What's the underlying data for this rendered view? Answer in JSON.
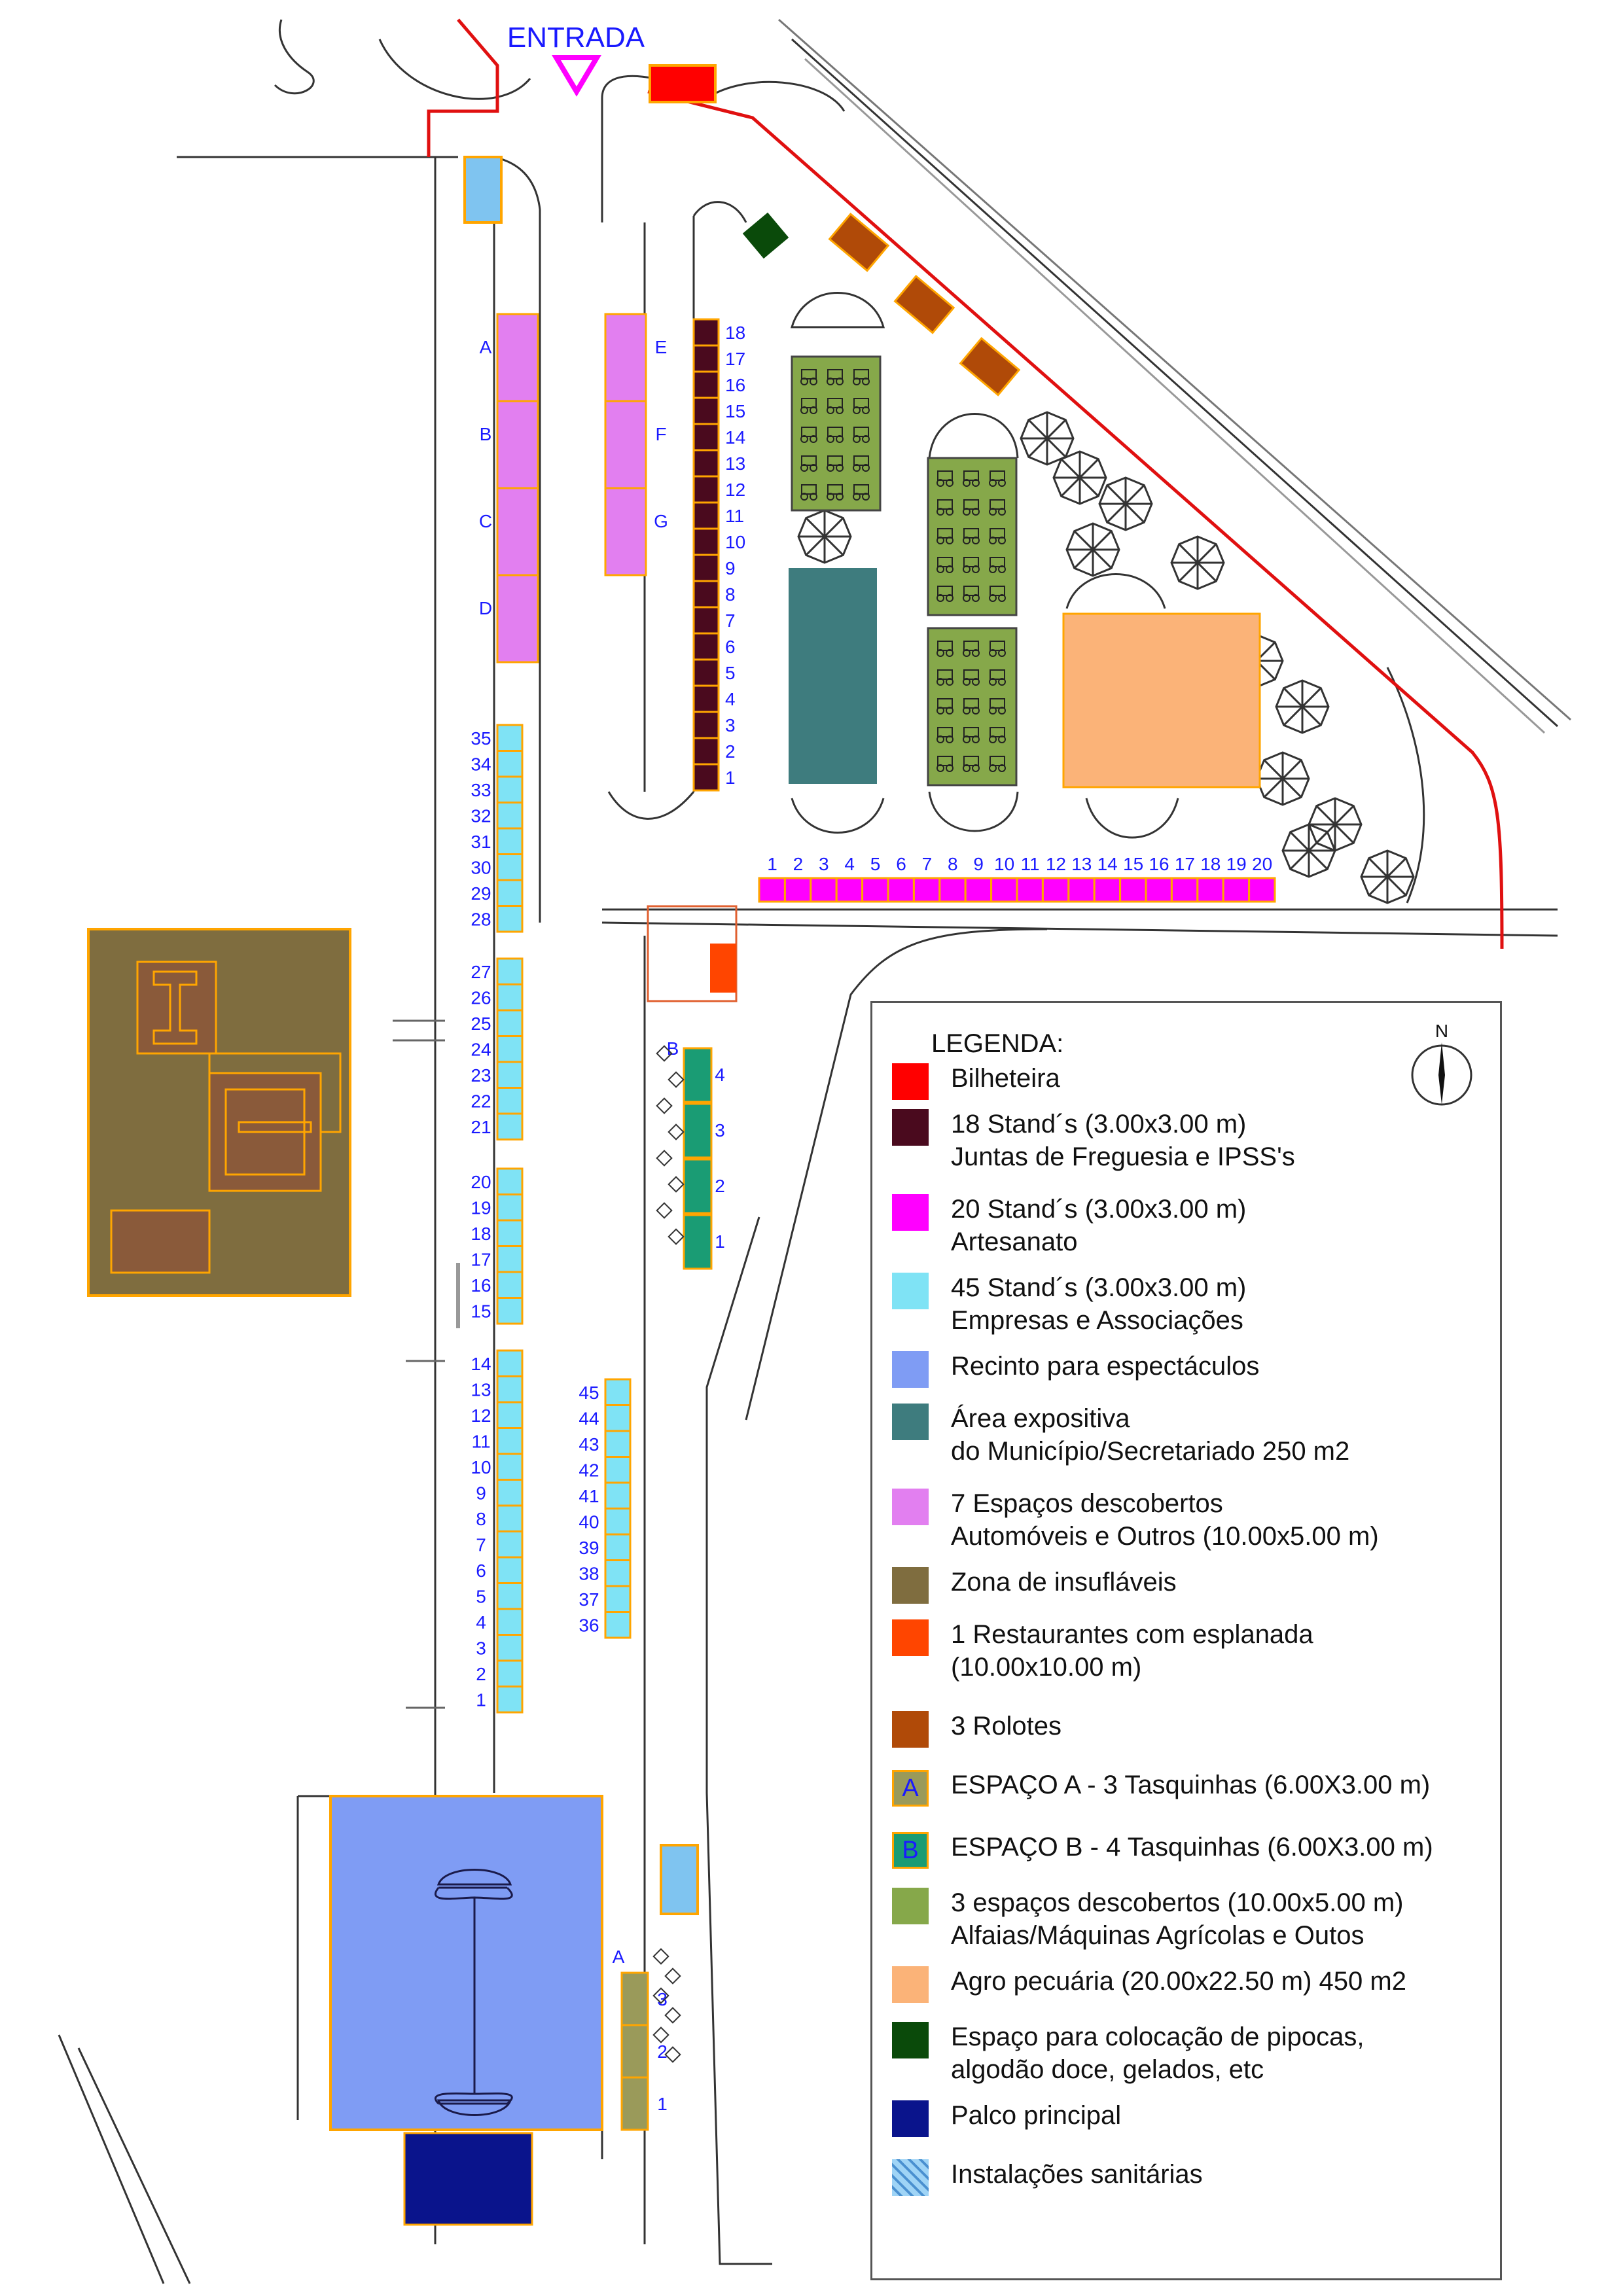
{
  "entrance_label": "ENTRADA",
  "colors": {
    "ticket": "#ff0000",
    "juntas": "#4a0a1e",
    "artesanato": "#ff00ff",
    "empresas": "#7fe3f5",
    "recinto": "#7f9cf4",
    "area_expositiva": "#3e7c7e",
    "espacos_descobertos": "#e27ff0",
    "insuflaveis": "#7f6d3f",
    "restaurante": "#ff4500",
    "rolotes": "#b04a08",
    "espaco_a": "#9a9a5a",
    "espaco_b": "#1a9c74",
    "alfaias": "#86a84a",
    "agro": "#fbb378",
    "pipocas": "#0a4a0a",
    "palco": "#0a148c",
    "sanitarias": "#7fc4f0"
  },
  "map": {
    "juntas_numbers": [
      "18",
      "17",
      "16",
      "15",
      "14",
      "13",
      "12",
      "11",
      "10",
      "9",
      "8",
      "7",
      "6",
      "5",
      "4",
      "3",
      "2",
      "1"
    ],
    "artesanato_numbers": [
      "1",
      "2",
      "3",
      "4",
      "5",
      "6",
      "7",
      "8",
      "9",
      "10",
      "11",
      "12",
      "13",
      "14",
      "15",
      "16",
      "17",
      "18",
      "19",
      "20"
    ],
    "empresas_col_top": [
      "35",
      "34",
      "33",
      "32",
      "31",
      "30",
      "29",
      "28"
    ],
    "empresas_col_mid": [
      "27",
      "26",
      "25",
      "24",
      "23",
      "22",
      "21"
    ],
    "empresas_col_low": [
      "20",
      "19",
      "18",
      "17",
      "16",
      "15"
    ],
    "empresas_col_bottom": [
      "14",
      "13",
      "12",
      "11",
      "10",
      "9",
      "8",
      "7",
      "6",
      "5",
      "4",
      "3",
      "2",
      "1"
    ],
    "empresas_col_right": [
      "45",
      "44",
      "43",
      "42",
      "41",
      "40",
      "39",
      "38",
      "37",
      "36"
    ],
    "espacos_left": [
      "A",
      "B",
      "C",
      "D"
    ],
    "espacos_right": [
      "E",
      "F",
      "G"
    ],
    "espaco_b_label": "B",
    "espaco_b_numbers": [
      "4",
      "3",
      "2",
      "1"
    ],
    "espaco_a_label": "A",
    "espaco_a_numbers": [
      "3",
      "2",
      "1"
    ]
  },
  "legend": {
    "title": "LEGENDA:",
    "north_label": "N",
    "items": [
      {
        "key": "ticket",
        "text": "Bilheteira",
        "symbol": ""
      },
      {
        "key": "juntas",
        "text": "18 Stand´s (3.00x3.00 m)\nJuntas de Freguesia e IPSS's",
        "symbol": ""
      },
      {
        "key": "artesanato",
        "text": "20 Stand´s (3.00x3.00 m)\nArtesanato",
        "symbol": ""
      },
      {
        "key": "empresas",
        "text": "45 Stand´s (3.00x3.00 m)\nEmpresas e Associações",
        "symbol": ""
      },
      {
        "key": "recinto",
        "text": "Recinto para espectáculos",
        "symbol": ""
      },
      {
        "key": "area_expositiva",
        "text": "Área expositiva\ndo Município/Secretariado 250 m2",
        "symbol": ""
      },
      {
        "key": "espacos_descobertos",
        "text": "7 Espaços descobertos\nAutomóveis e Outros (10.00x5.00 m)",
        "symbol": ""
      },
      {
        "key": "insuflaveis",
        "text": "Zona de insufláveis",
        "symbol": ""
      },
      {
        "key": "restaurante",
        "text": "1 Restaurantes com esplanada\n(10.00x10.00 m)",
        "symbol": ""
      },
      {
        "key": "rolotes",
        "text": "3 Rolotes",
        "symbol": ""
      },
      {
        "key": "espaco_a",
        "text": "ESPAÇO A - 3 Tasquinhas (6.00X3.00 m)",
        "symbol": "A"
      },
      {
        "key": "espaco_b",
        "text": "ESPAÇO B - 4 Tasquinhas (6.00X3.00 m)",
        "symbol": "B"
      },
      {
        "key": "alfaias",
        "text": "3 espaços descobertos (10.00x5.00 m)\nAlfaias/Máquinas Agrícolas e Outos",
        "symbol": ""
      },
      {
        "key": "agro",
        "text": "Agro pecuária (20.00x22.50 m) 450 m2",
        "symbol": ""
      },
      {
        "key": "pipocas",
        "text": "Espaço para colocação de pipocas,\nalgodão doce, gelados, etc",
        "symbol": ""
      },
      {
        "key": "palco",
        "text": "Palco principal",
        "symbol": ""
      },
      {
        "key": "sanitarias",
        "text": "Instalações sanitárias",
        "symbol": ""
      }
    ]
  }
}
